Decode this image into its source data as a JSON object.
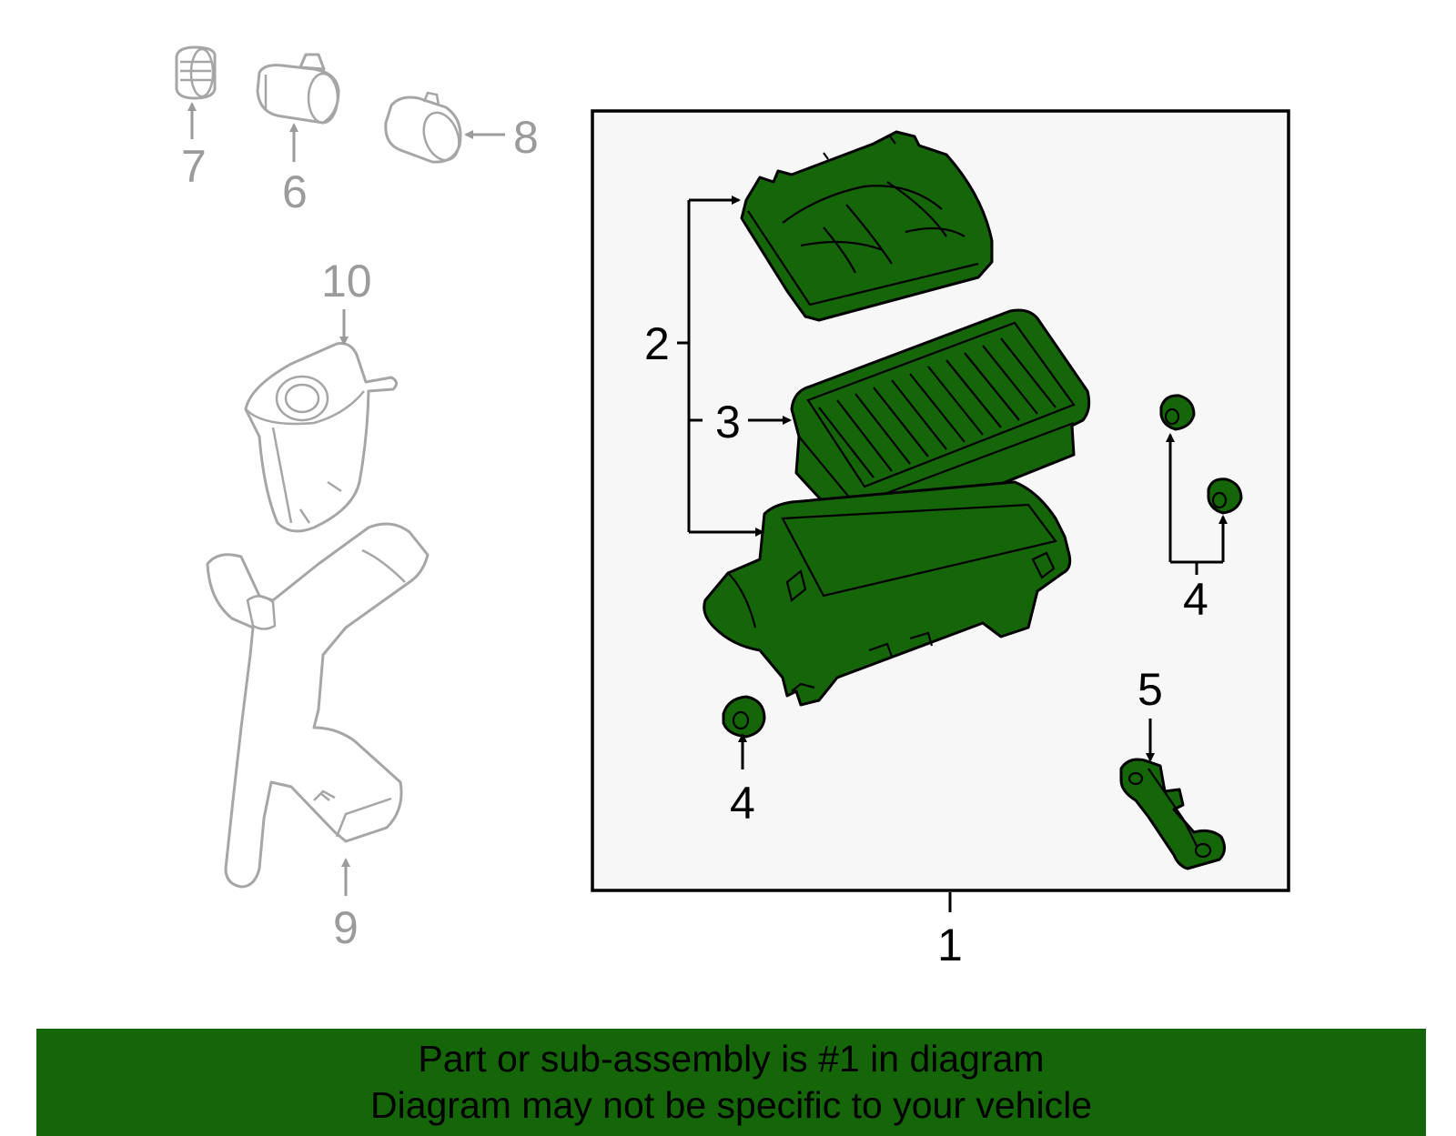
{
  "callouts": {
    "c1": "1",
    "c2": "2",
    "c3": "3",
    "c4a": "4",
    "c4b": "4",
    "c5": "5",
    "c6": "6",
    "c7": "7",
    "c8": "8",
    "c9": "9",
    "c10": "10"
  },
  "banner": {
    "line1": "Part or sub-assembly is #1 in diagram",
    "line2": "Diagram may not be specific to your vehicle"
  },
  "colors": {
    "highlight": "#156509",
    "ghost_line": "#a6a6a6",
    "panel_bg": "#f7f7f7"
  }
}
